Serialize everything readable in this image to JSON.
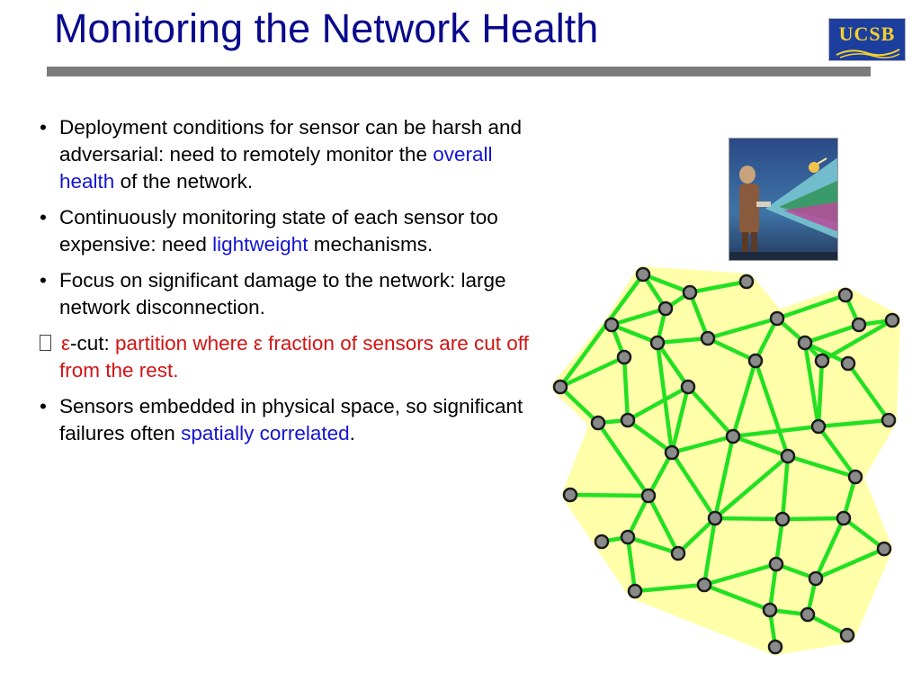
{
  "slide": {
    "title": "Monitoring the Network Health",
    "logo_text": "UCSB"
  },
  "bullets": [
    {
      "parts": [
        {
          "text": "Deployment conditions for sensor can be harsh and adversarial: need to remotely monitor the "
        },
        {
          "text": "overall health",
          "style": "hl"
        },
        {
          "text": " of the network."
        }
      ]
    },
    {
      "parts": [
        {
          "text": "Continuously monitoring state of each sensor too expensive: need "
        },
        {
          "text": "lightweight",
          "style": "hl"
        },
        {
          "text": " mechanisms."
        }
      ]
    },
    {
      "parts": [
        {
          "text": "Focus on significant damage to the network: large network disconnection."
        }
      ]
    },
    {
      "marker": "box",
      "parts": [
        {
          "text": "ε",
          "style": "red"
        },
        {
          "text": "-cut: "
        },
        {
          "text": "partition where ε fraction of sensors are cut off from the rest.",
          "style": "red"
        }
      ]
    },
    {
      "parts": [
        {
          "text": "Sensors embedded in physical space, so significant failures often "
        },
        {
          "text": "spatially correlated",
          "style": "hl"
        },
        {
          "text": "."
        }
      ]
    }
  ],
  "colors": {
    "title": "#0a0a8c",
    "link": "#1414d2",
    "emphasis": "#d21414",
    "region_fill": "#ffffaa",
    "edge": "#22e022",
    "node_fill": "#8a8a8a",
    "node_stroke": "#1a1a1a"
  },
  "icons": {
    "photo": "astronomer-painting-image",
    "logo": "ucsb-logo"
  }
}
